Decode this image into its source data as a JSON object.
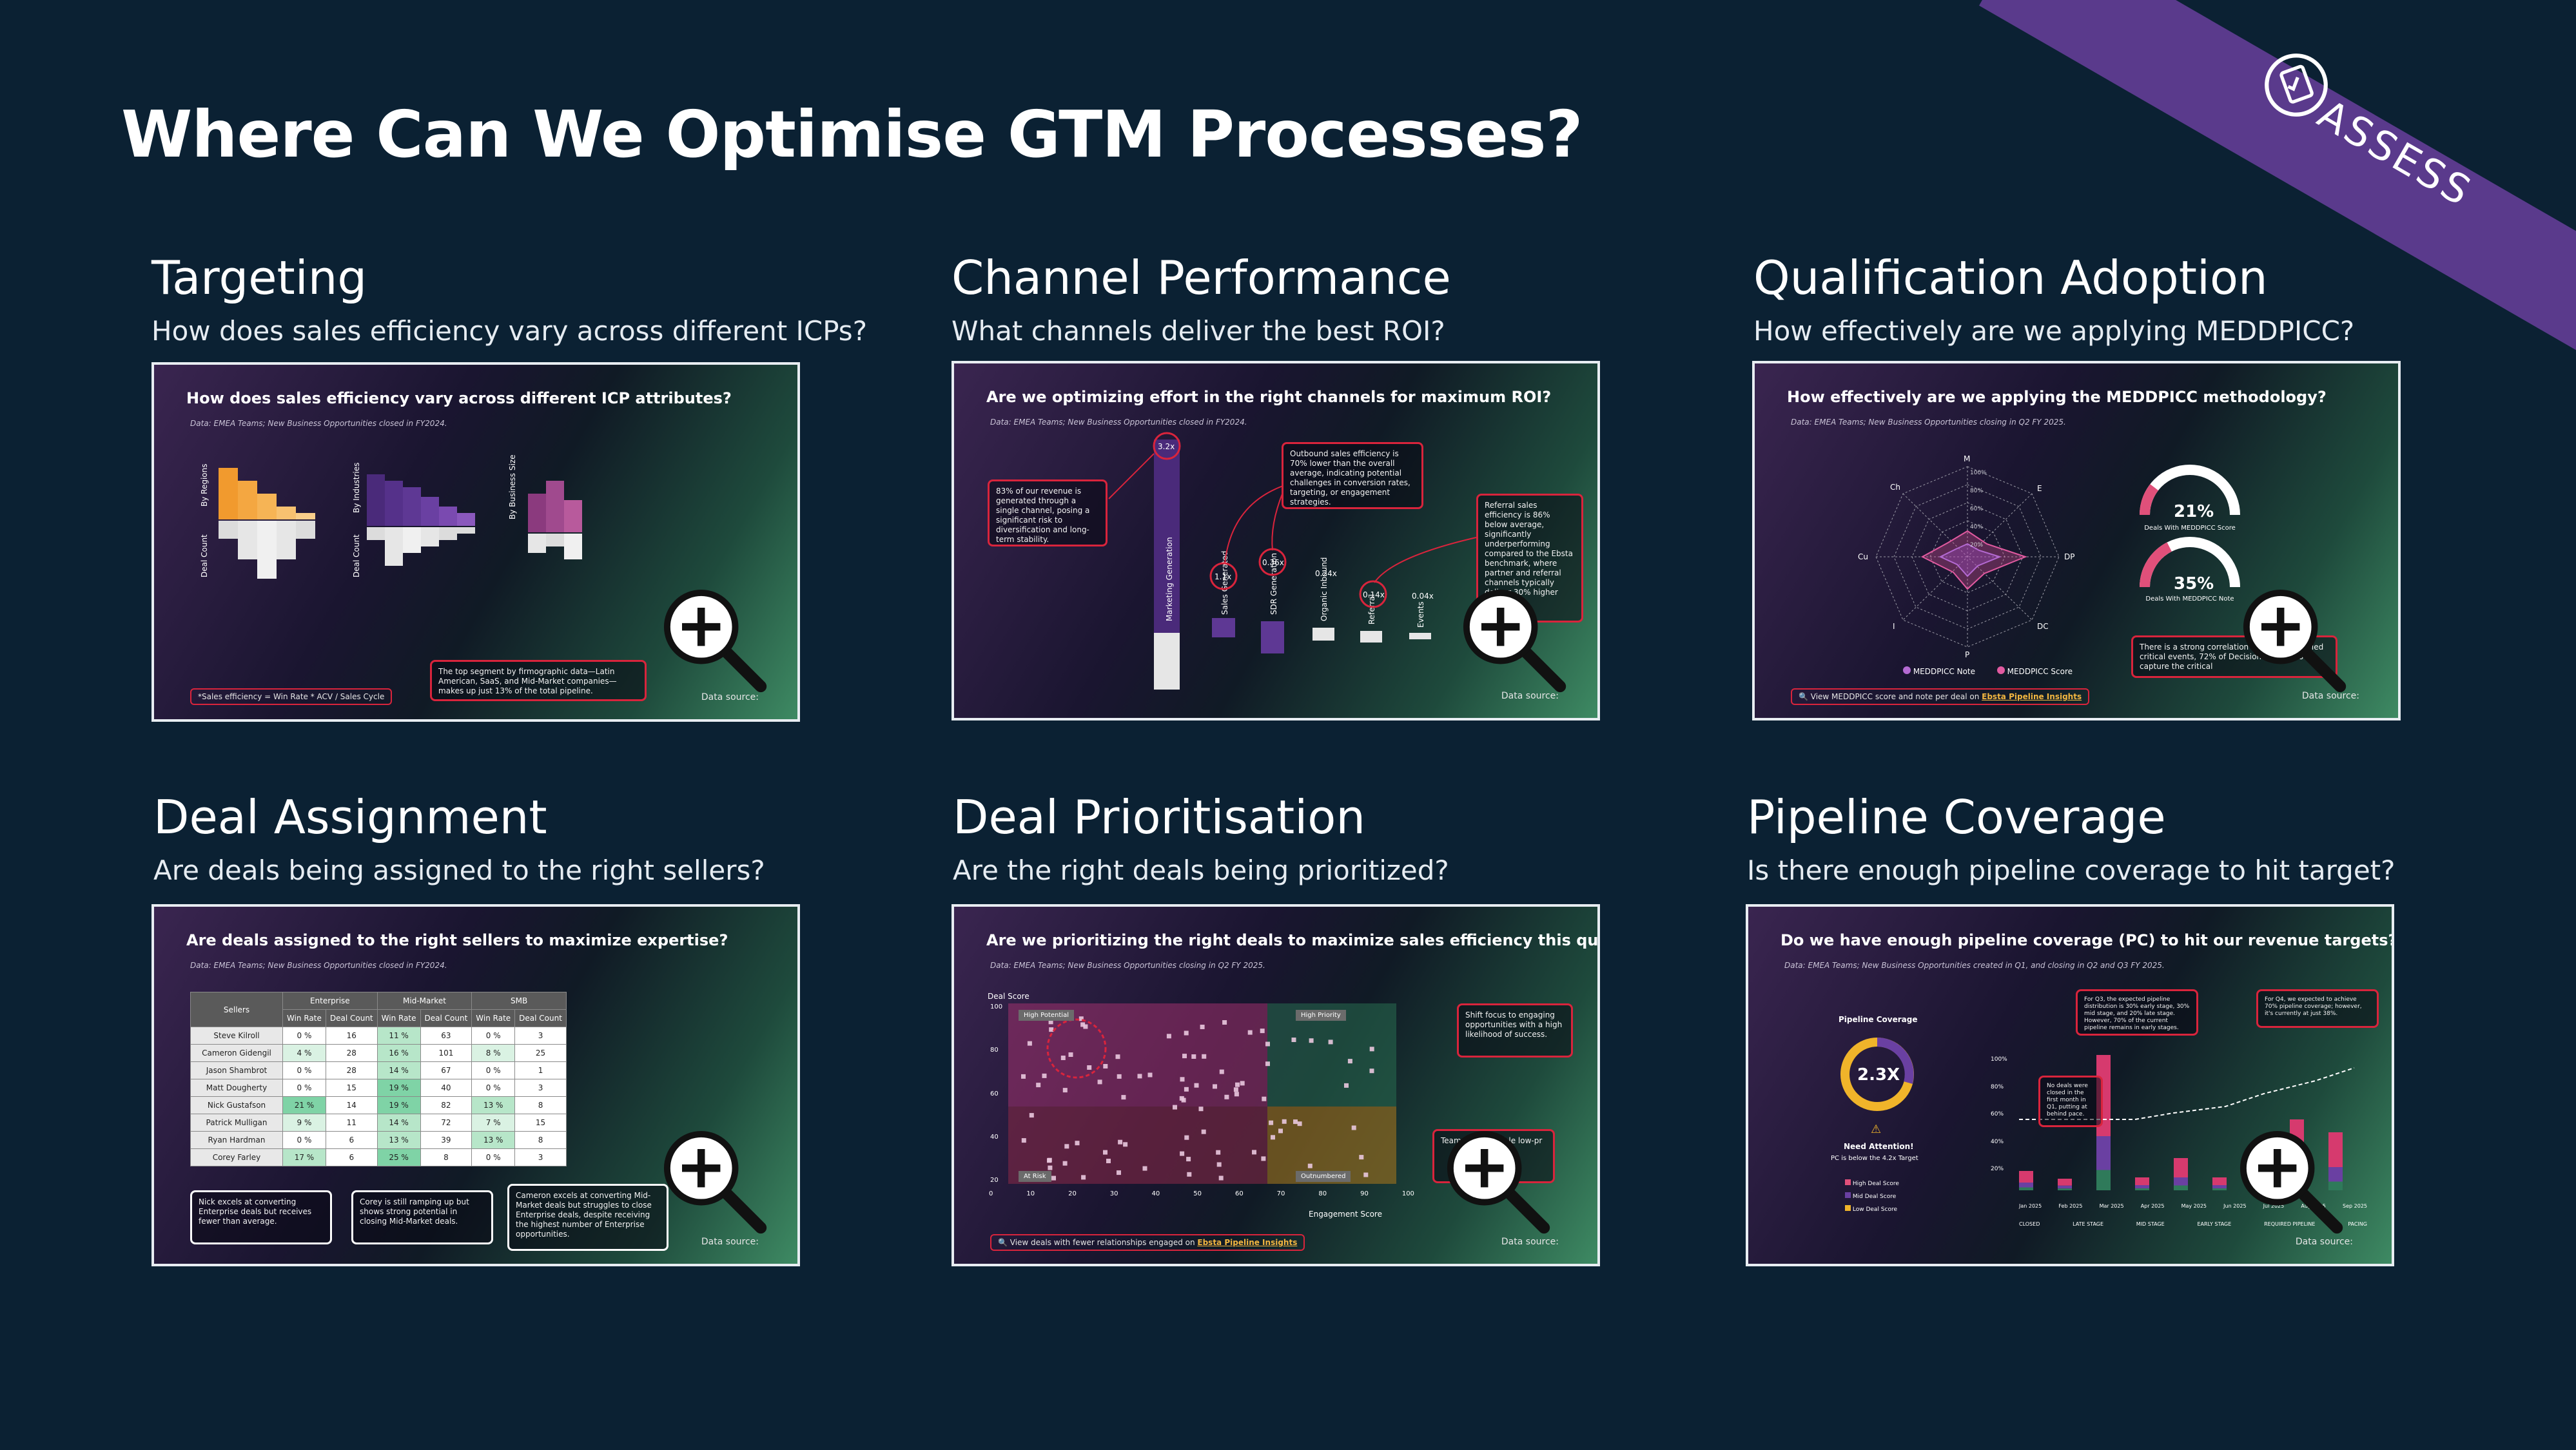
{
  "title": "Where Can We Optimise GTM Processes?",
  "banner": {
    "label": "ASSESS"
  },
  "zoom_icon": "zoom-in-icon",
  "cards": [
    {
      "heading": "Targeting",
      "subheading": "How does sales efficiency vary across different ICPs?",
      "panel": {
        "question": "How does sales efficiency vary across different ICP attributes?",
        "source": "Data: EMEA Teams; New Business Opportunities closed in FY2024.",
        "groups": [
          "By Regions",
          "By Industries",
          "By Business Size"
        ],
        "axis_label": "Deal Count",
        "callout": "The top segment by firmographic data—Latin American, SaaS, and Mid-Market companies—makes up just 13% of the total pipeline.",
        "footnote": "*Sales efficiency = Win Rate * ACV / Sales Cycle",
        "datasource": "Data source:"
      }
    },
    {
      "heading": "Channel Performance",
      "subheading": "What channels deliver the best ROI?",
      "panel": {
        "question": "Are we optimizing effort in the right channels for maximum ROI?",
        "source": "Data: EMEA Teams; New Business Opportunities closed in FY2024.",
        "note1": "83% of our revenue is generated through a single channel, posing a significant risk to diversification and long-term stability.",
        "note2": "Outbound sales efficiency is 70% lower than the overall average, indicating potential challenges in conversion rates, targeting, or engagement strategies.",
        "note3": "Referral sales efficiency is 86% below average, significantly underperforming compared to the Ebsta benchmark, where partner and referral channels typically deliver 30% higher",
        "channels": [
          "Marketing Generation",
          "Sales Generated",
          "SDR Generation",
          "Organic Inbound",
          "Referral",
          "Events"
        ],
        "ratios": [
          "3.2x",
          "1.1x",
          "0.36x",
          "0.24x",
          "0.14x",
          "0.04x"
        ],
        "datasource": "Data source:"
      }
    },
    {
      "heading": "Qualification Adoption",
      "subheading": "How effectively are we applying MEDDPICC?",
      "panel": {
        "question": "How effectively are we applying the MEDDPICC methodology?",
        "source": "Data: EMEA Teams; New Business Opportunities closing in Q2 FY 2025.",
        "radar_axes": [
          "M",
          "E",
          "DP",
          "DC",
          "P",
          "I",
          "Cu",
          "Ch"
        ],
        "radar_rings": [
          "100%",
          "80%",
          "60%",
          "40%",
          "20%"
        ],
        "gauge1_value": "21%",
        "gauge1_label": "Deals With MEDDPICC Score",
        "gauge1_fraction": 0.21,
        "gauge2_value": "35%",
        "gauge2_label": "Deals With MEDDPICC Note",
        "gauge2_fraction": 0.35,
        "legend": [
          "MEDDPICC Note",
          "MEDDPICC Score"
        ],
        "callout": "There is a strong correlation between identified critical events, 72% of Decision Process to capture the critical",
        "pill_text": "View MEDDPICC score and note per deal on ",
        "pill_link": "Ebsta Pipeline Insights",
        "datasource": "Data source:"
      }
    },
    {
      "heading": "Deal Assignment",
      "subheading": "Are deals being assigned to the right sellers?",
      "panel": {
        "question": "Are deals assigned to the right sellers to maximize expertise?",
        "source": "Data: EMEA Teams; New Business Opportunities closed in FY2024.",
        "segments": [
          "Enterprise",
          "Mid-Market",
          "SMB"
        ],
        "columns": [
          "Sellers",
          "Win Rate",
          "Deal Count"
        ],
        "rows": [
          [
            "Steve Kilroll",
            "0 %",
            "16",
            "11 %",
            "63",
            "0 %",
            "3"
          ],
          [
            "Cameron Gidengil",
            "4 %",
            "28",
            "16 %",
            "101",
            "8 %",
            "25"
          ],
          [
            "Jason Shambrot",
            "0 %",
            "28",
            "14 %",
            "67",
            "0 %",
            "1"
          ],
          [
            "Matt Dougherty",
            "0 %",
            "15",
            "19 %",
            "40",
            "0 %",
            "3"
          ],
          [
            "Nick Gustafson",
            "21 %",
            "14",
            "19 %",
            "82",
            "13 %",
            "8"
          ],
          [
            "Patrick Mulligan",
            "9 %",
            "11",
            "14 %",
            "72",
            "7 %",
            "15"
          ],
          [
            "Ryan Hardman",
            "0 %",
            "6",
            "13 %",
            "39",
            "13 %",
            "8"
          ],
          [
            "Corey Farley",
            "17 %",
            "6",
            "25 %",
            "8",
            "0 %",
            "3"
          ]
        ],
        "note1": "Nick excels at converting Enterprise deals but receives fewer than average.",
        "note2": "Corey is still ramping up but shows strong potential in closing Mid-Market deals.",
        "note3": "Cameron excels at converting Mid-Market deals but struggles to close Enterprise deals, despite receiving the highest number of Enterprise opportunities.",
        "datasource": "Data source:"
      }
    },
    {
      "heading": "Deal Prioritisation",
      "subheading": "Are the right deals being prioritized?",
      "panel": {
        "question": "Are we prioritizing the right deals to maximize sales efficiency this quarter?",
        "source": "Data: EMEA Teams; New Business Opportunities closing in Q2 FY 2025.",
        "y_axis_label": "Deal Score",
        "x_axis_label": "Engagement Score",
        "quadrants": [
          "High Potential",
          "High Priority",
          "At Risk",
          "Outnumbered"
        ],
        "x_ticks": [
          "0",
          "10",
          "20",
          "30",
          "40",
          "50",
          "60",
          "70",
          "80",
          "90",
          "100"
        ],
        "y_ticks": [
          "100",
          "80",
          "60",
          "40",
          "20"
        ],
        "note1": "Shift focus to engaging opportunities with a high likelihood of success.",
        "note2": "Teams are valuable low-pr",
        "pill_text": "View deals with fewer relationships engaged on ",
        "pill_link": "Ebsta Pipeline Insights",
        "datasource": "Data source:"
      }
    },
    {
      "heading": "Pipeline Coverage",
      "subheading": "Is there enough pipeline coverage to hit target?",
      "panel": {
        "question": "Do we have enough pipeline coverage (PC) to hit our revenue targets?",
        "source": "Data: EMEA Teams; New Business Opportunities created in Q1, and closing in Q2 and Q3 FY 2025.",
        "coverage_title": "Pipeline Coverage",
        "coverage_value": "2.3X",
        "attention": "Need Attention!",
        "attention_sub": "PC is below the 4.2x Target",
        "score_legend": [
          "High Deal Score",
          "Mid Deal Score",
          "Low Deal Score"
        ],
        "note1": "For Q3, the expected pipeline distribution is 30% early stage, 30% mid stage, and 20% late stage. However, 70% of the current pipeline remains in early stages.",
        "note2": "For Q4, we expected to achieve 70% pipeline coverage; however, it's currently at just 38%.",
        "note3": "No deals were closed in the first month in Q1, putting at behind pace.",
        "months": [
          "Jan 2025",
          "Feb 2025",
          "Mar 2025",
          "Apr 2025",
          "May 2025",
          "Jun 2025",
          "Jul 2025",
          "Aug 2025",
          "Sep 2025"
        ],
        "y_ticks": [
          "100%",
          "80%",
          "60%",
          "40%",
          "20%"
        ],
        "legend": [
          "CLOSED",
          "LATE STAGE",
          "MID STAGE",
          "EARLY STAGE",
          "REQUIRED PIPELINE",
          "PACING"
        ],
        "datasource": "Data source:"
      }
    }
  ]
}
